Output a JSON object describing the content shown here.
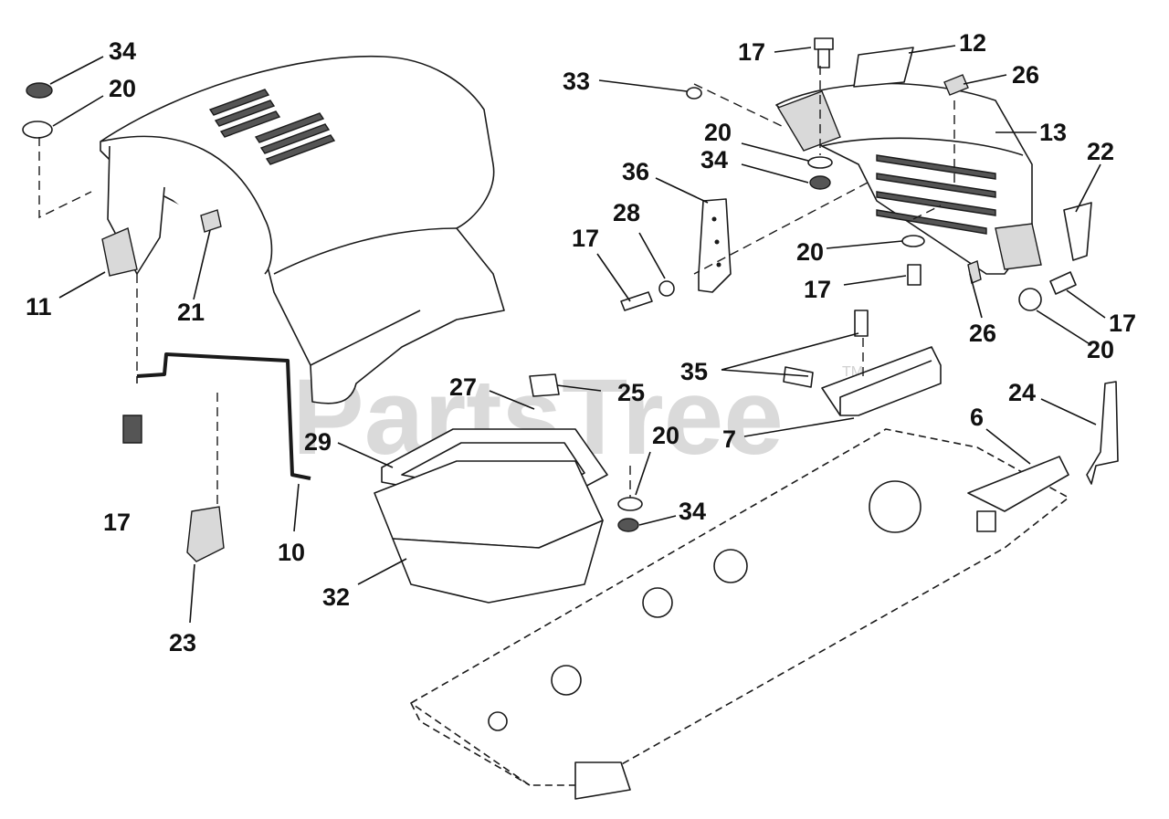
{
  "diagram": {
    "watermark": "PartsTree",
    "watermark_mark": "TM",
    "callouts": [
      {
        "id": "c1",
        "label": "34"
      },
      {
        "id": "c2",
        "label": "20"
      },
      {
        "id": "c3",
        "label": "11"
      },
      {
        "id": "c4",
        "label": "21"
      },
      {
        "id": "c5",
        "label": "17"
      },
      {
        "id": "c6",
        "label": "23"
      },
      {
        "id": "c7",
        "label": "10"
      },
      {
        "id": "c8",
        "label": "17"
      },
      {
        "id": "c9",
        "label": "12"
      },
      {
        "id": "c10",
        "label": "33"
      },
      {
        "id": "c11",
        "label": "26"
      },
      {
        "id": "c12",
        "label": "13"
      },
      {
        "id": "c13",
        "label": "20"
      },
      {
        "id": "c14",
        "label": "34"
      },
      {
        "id": "c15",
        "label": "36"
      },
      {
        "id": "c16",
        "label": "22"
      },
      {
        "id": "c17",
        "label": "17"
      },
      {
        "id": "c18",
        "label": "28"
      },
      {
        "id": "c19",
        "label": "20"
      },
      {
        "id": "c20",
        "label": "17"
      },
      {
        "id": "c21",
        "label": "26"
      },
      {
        "id": "c22",
        "label": "17"
      },
      {
        "id": "c23",
        "label": "20"
      },
      {
        "id": "c24",
        "label": "35"
      },
      {
        "id": "c25",
        "label": "27"
      },
      {
        "id": "c26",
        "label": "25"
      },
      {
        "id": "c27",
        "label": "24"
      },
      {
        "id": "c28",
        "label": "29"
      },
      {
        "id": "c29",
        "label": "20"
      },
      {
        "id": "c30",
        "label": "7"
      },
      {
        "id": "c31",
        "label": "6"
      },
      {
        "id": "c32",
        "label": "34"
      },
      {
        "id": "c33",
        "label": "32"
      }
    ]
  }
}
